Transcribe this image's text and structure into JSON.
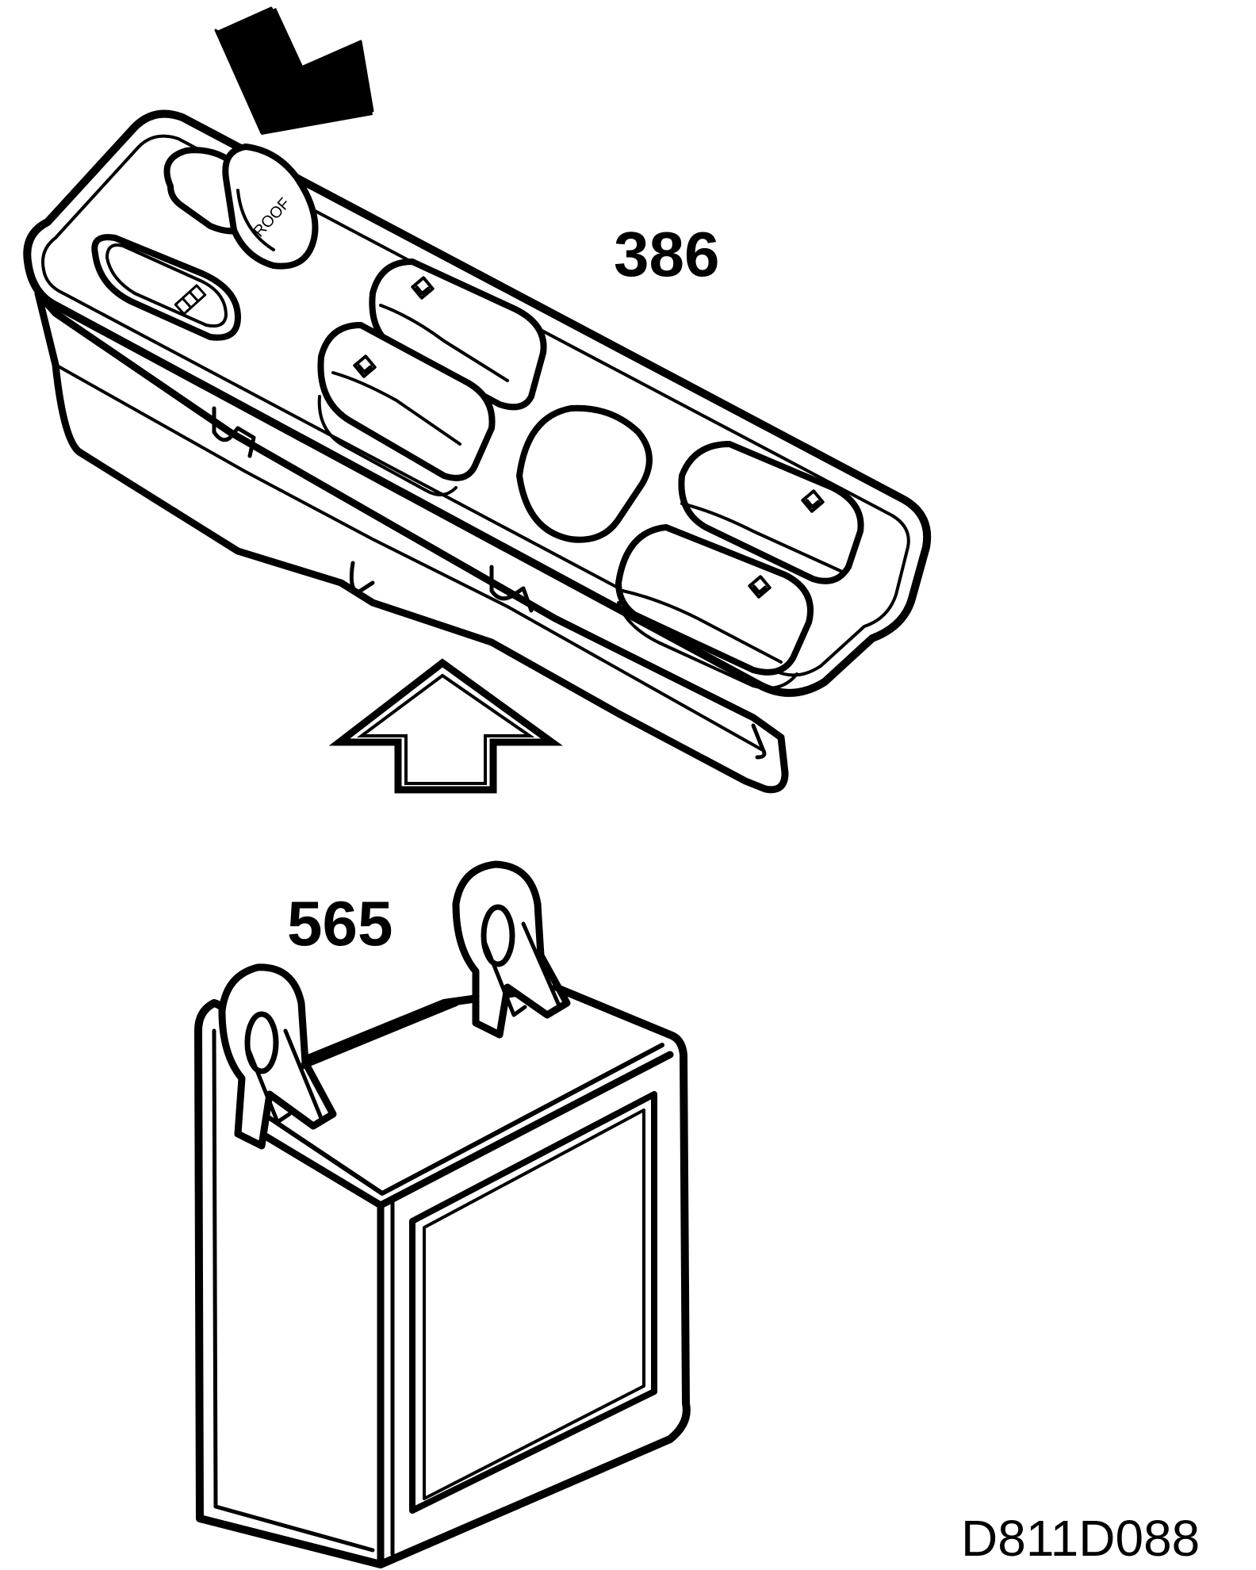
{
  "labels": {
    "switch_panel_number": "386",
    "control_unit_number": "565",
    "drawing_reference": "D811D088",
    "roof_button_text": "ROOF"
  },
  "icons": {
    "press_arrow": "solid-arrow-down-right-icon",
    "insert_arrow": "hollow-arrow-up-icon",
    "child_lock_symbol": "child-lock-icon",
    "window_symbol": "window-icon"
  },
  "colors": {
    "line": "#000000",
    "background": "#ffffff"
  }
}
